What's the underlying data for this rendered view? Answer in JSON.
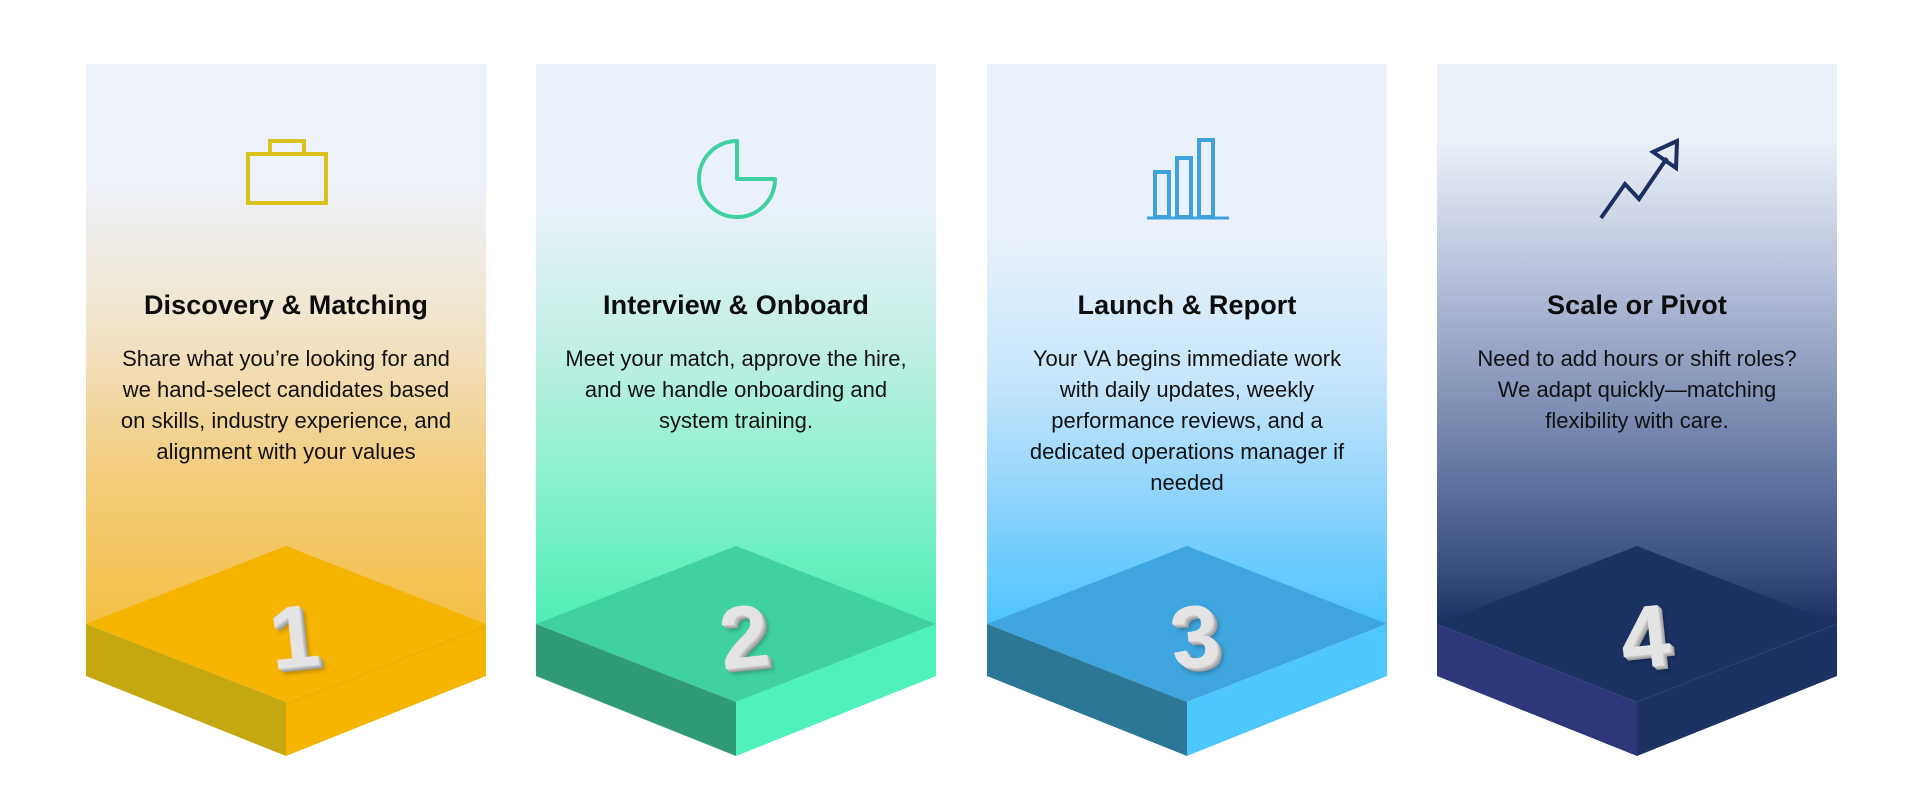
{
  "steps": [
    {
      "number": "1",
      "icon": "briefcase-icon",
      "title": "Discovery & Matching",
      "description": "Share what you’re looking for and we hand-select candidates based on skills, industry experience, and alignment with your values",
      "colors": {
        "icon": "#d9c21c",
        "top": "#f5b400",
        "left": "#c5a70f",
        "right": "#f5b400"
      }
    },
    {
      "number": "2",
      "icon": "pie-chart-icon",
      "title": "Interview & Onboard",
      "description": "Meet your match, approve the hire, and we handle onboarding and system training.",
      "colors": {
        "icon": "#3fcfa0",
        "top": "#40d1a0",
        "left": "#319a76",
        "right": "#4ff2b8"
      }
    },
    {
      "number": "3",
      "icon": "bar-chart-icon",
      "title": "Launch & Report",
      "description": "Your VA begins immediate work with daily updates, weekly performance reviews, and a dedicated operations manager if needed",
      "colors": {
        "icon": "#3ea2dc",
        "top": "#3ea5de",
        "left": "#2c7696",
        "right": "#4ec6fe"
      }
    },
    {
      "number": "4",
      "icon": "trend-arrow-icon",
      "title": "Scale or Pivot",
      "description": "Need to add hours or shift roles? We adapt quickly—matching flexibility with care.",
      "colors": {
        "icon": "#1b2f63",
        "top": "#1b3263",
        "left": "#2e3779",
        "right": "#1b3263"
      }
    }
  ]
}
